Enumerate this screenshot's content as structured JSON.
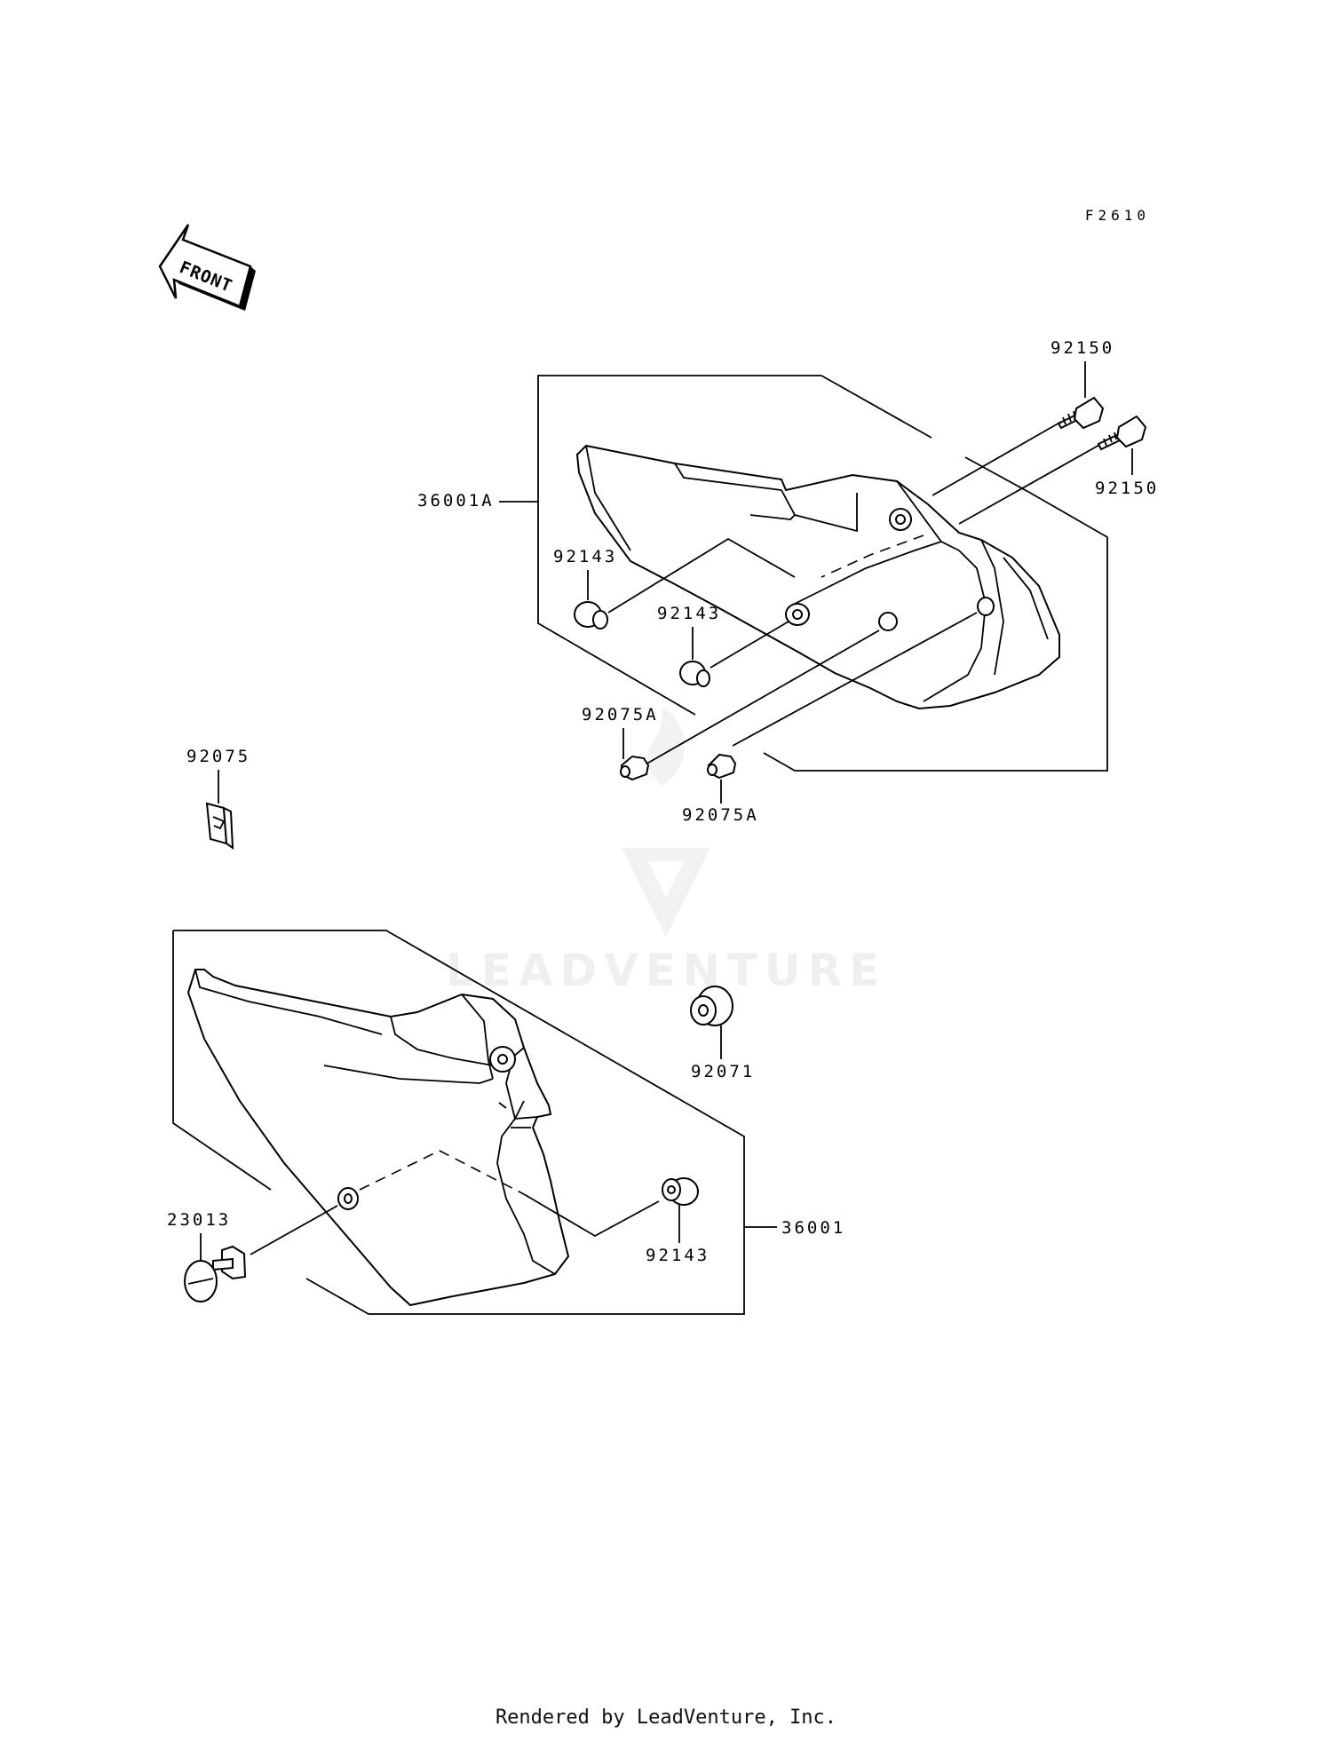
{
  "diagram": {
    "code": "F2610",
    "arrow_label": "FRONT",
    "watermark": "LEADVENTURE",
    "labels": {
      "bolt_upper": "92150",
      "bolt_lower": "92150",
      "cover_upper": "36001A",
      "grommet_upper_a": "92143",
      "grommet_upper_b": "92143",
      "collar_a": "92075A",
      "collar_b": "92075A",
      "clip": "92075",
      "grommet_92071": "92071",
      "cover_lower": "36001",
      "fastener": "23013",
      "grommet_lower": "92143"
    }
  },
  "footer": "Rendered by LeadVenture, Inc."
}
